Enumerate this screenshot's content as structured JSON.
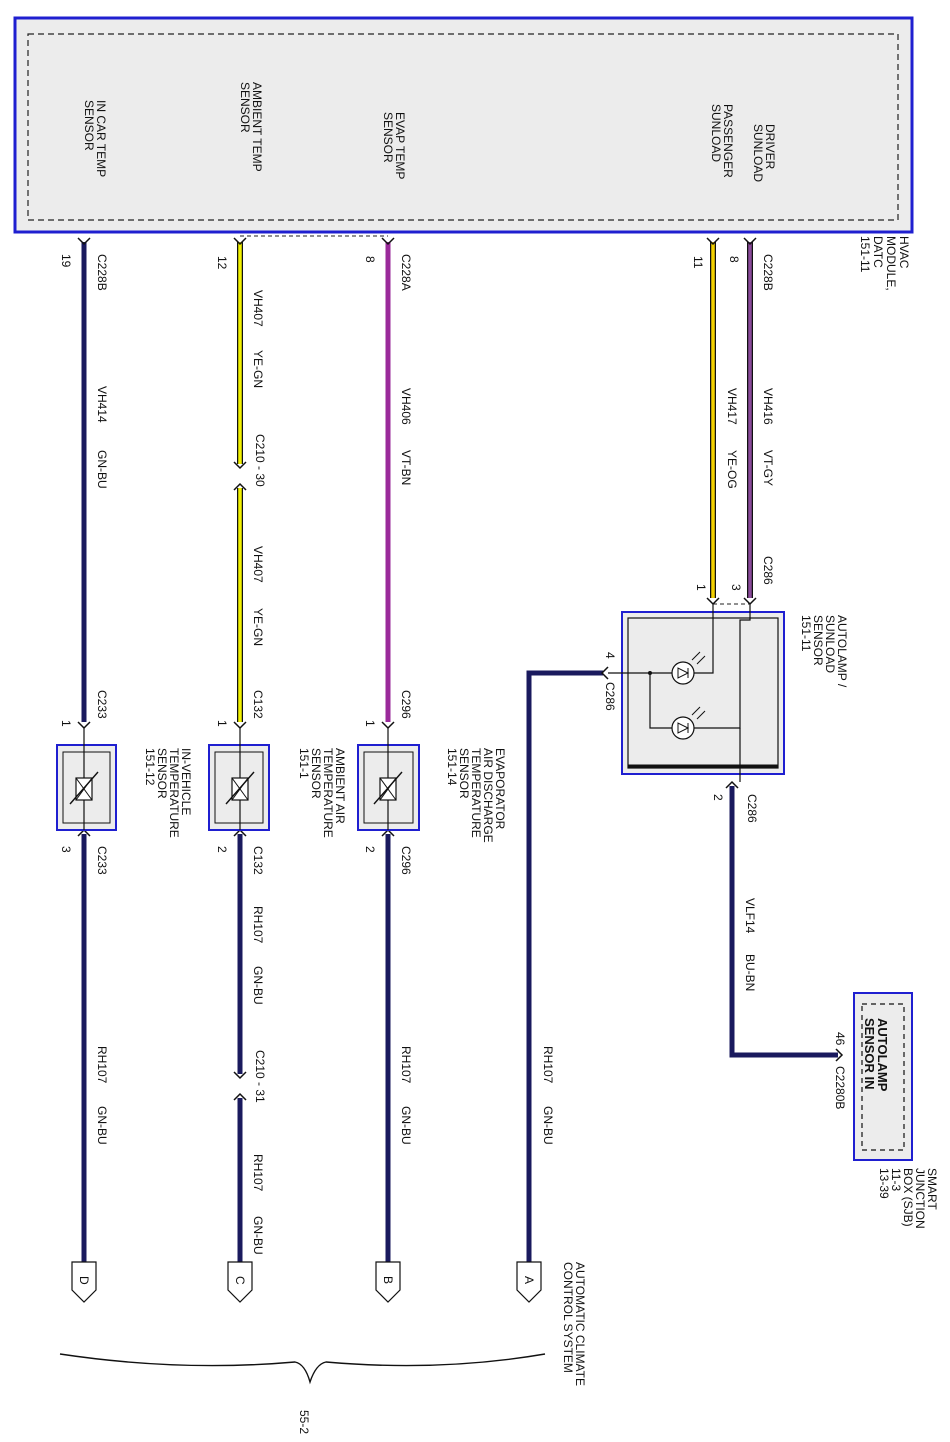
{
  "hvac": {
    "name_lines": [
      "HVAC",
      "MODULE,",
      "DATC"
    ],
    "page": "151-11",
    "pins": {
      "in_car": [
        "IN CAR TEMP",
        "SENSOR"
      ],
      "ambient": [
        "AMBIENT TEMP",
        "SENSOR"
      ],
      "evap": [
        "EVAP TEMP",
        "SENSOR"
      ],
      "passenger": [
        "PASSENGER",
        "SUNLOAD"
      ],
      "driver": [
        "DRIVER",
        "SUNLOAD"
      ]
    }
  },
  "connectors": {
    "in_car_top": "C228B",
    "in_car_top_pin": "19",
    "ambient_top_pin": "12",
    "evap_top": "C228A",
    "evap_top_pin": "8",
    "pass_top_pin": "11",
    "driver_top": "C228B",
    "driver_top_pin": "8",
    "c210_30": "C210 - 30",
    "c210_31": "C210 - 31",
    "c286": "C286",
    "c286_pin3": "3",
    "c286_pin1": "1",
    "c286_pin4": "4",
    "c286_pin2": "2",
    "c233": "C233",
    "c233_pin1": "1",
    "c233_pin3": "3",
    "c132": "C132",
    "c132_pin1": "1",
    "c132_pin2": "2",
    "c296": "C296",
    "c296_pin1": "1",
    "c296_pin2": "2",
    "c2280b": "C2280B",
    "c2280b_pin": "46"
  },
  "wires": {
    "vh414": [
      "VH414",
      "GN-BU"
    ],
    "vh407": [
      "VH407",
      "YE-GN"
    ],
    "vh406": [
      "VH406",
      "VT-BN"
    ],
    "vh417": [
      "VH417",
      "YE-OG"
    ],
    "vh416": [
      "VH416",
      "VT-GY"
    ],
    "vlf14": [
      "VLF14",
      "BU-BN"
    ],
    "rh107": [
      "RH107",
      "GN-BU"
    ]
  },
  "sensors": {
    "in_vehicle": [
      "IN-VEHICLE",
      "TEMPERATURE",
      "SENSOR",
      "151-12"
    ],
    "ambient": [
      "AMBIENT AIR",
      "TEMPERATURE",
      "SENSOR",
      "151-1"
    ],
    "evaporator": [
      "EVAPORATOR",
      "AIR DISCHARGE",
      "TEMPERATURE",
      "SENSOR",
      "151-14"
    ],
    "autolamp": [
      "AUTOLAMP /",
      "SUNLOAD",
      "SENSOR",
      "151-11"
    ]
  },
  "sjb": {
    "name_lines": [
      "SMART",
      "JUNCTION",
      "BOX (SJB)",
      "11-3",
      "13-39"
    ],
    "pin": [
      "AUTOLAMP",
      "SENSOR IN"
    ]
  },
  "flags": {
    "a": "A",
    "b": "B",
    "c": "C",
    "d": "D"
  },
  "system": [
    "AUTOMATIC CLIMATE",
    "CONTROL SYSTEM"
  ],
  "page_ref": "55-2",
  "colors": {
    "frame_blue": "#1f1fd0",
    "module_fill": "#ececec",
    "wire_navy": "#1a1a5e",
    "wire_yellow": "#f2f200",
    "wire_violet": "#9a2a9a"
  }
}
